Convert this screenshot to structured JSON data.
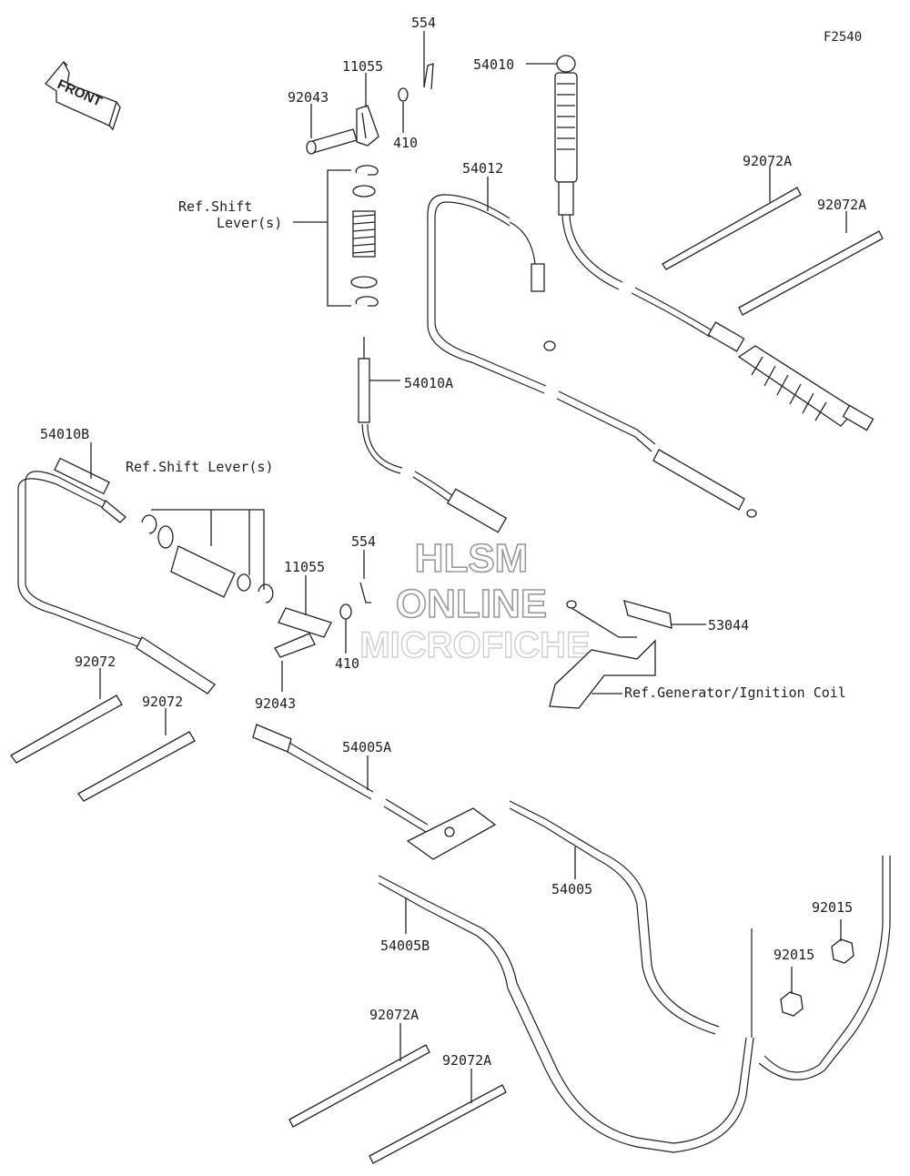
{
  "figure_code": "F2540",
  "front_label": "FRONT",
  "watermark": {
    "line1": "HLSM",
    "line2": "ONLINE",
    "line3": "MICROFICHE"
  },
  "labels": {
    "p554_top": "554",
    "p11055_top": "11055",
    "p92043_top": "92043",
    "p410_top": "410",
    "ref_shift_top_1": "Ref.Shift",
    "ref_shift_top_2": "Lever(s)",
    "p54010": "54010",
    "p54012": "54012",
    "p92072A_r1": "92072A",
    "p92072A_r2": "92072A",
    "p54010A": "54010A",
    "p54010B": "54010B",
    "ref_shift_mid": "Ref.Shift Lever(s)",
    "p554_mid": "554",
    "p11055_mid": "11055",
    "p410_mid": "410",
    "p92043_mid": "92043",
    "p53044": "53044",
    "ref_generator": "Ref.Generator/Ignition Coil",
    "p92072_a": "92072",
    "p92072_b": "92072",
    "p54005A": "54005A",
    "p54005": "54005",
    "p54005B": "54005B",
    "p92015_a": "92015",
    "p92015_b": "92015",
    "p92072A_b1": "92072A",
    "p92072A_b2": "92072A"
  }
}
